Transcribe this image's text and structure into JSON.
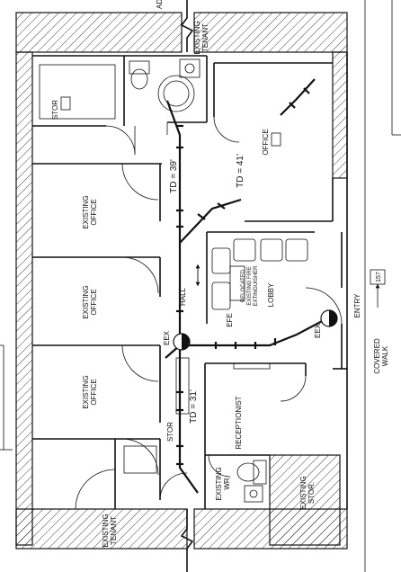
{
  "labels": {
    "existing_tenant_top": [
      "EXISTING",
      "TENANT"
    ],
    "existing_tenant_bottom": [
      "EXISTING",
      "TENANT"
    ],
    "stor_top": "STOR",
    "existing_office_1": [
      "EXISTING",
      "OFFICE"
    ],
    "existing_office_2": [
      "EXISTING",
      "OFFICE"
    ],
    "existing_office_3": [
      "EXISTING",
      "OFFICE"
    ],
    "office_right": "OFFICE",
    "hall": "HALL",
    "relocated_extinguisher": [
      "RELOCATED",
      "EXISTING FIRE",
      "EXTINGUISHER"
    ],
    "lobby": "LOBBY",
    "entry": "ENTRY",
    "covered_walk": [
      "COVERED",
      "WALK"
    ],
    "receptionist": "RECEPTIONIST",
    "stor_bottom": "STOR",
    "existing_wr": [
      "EXISTING",
      "WR"
    ],
    "existing_stor": [
      "EXISTING",
      "STOR."
    ],
    "td_39": "TD = 39'",
    "td_41": "TD = 41'",
    "td_31": "TD = 31'",
    "eex_left": "EEX",
    "eex_right": "EEX",
    "efe": "EFE",
    "door_tag": "157",
    "ad": "AD"
  }
}
